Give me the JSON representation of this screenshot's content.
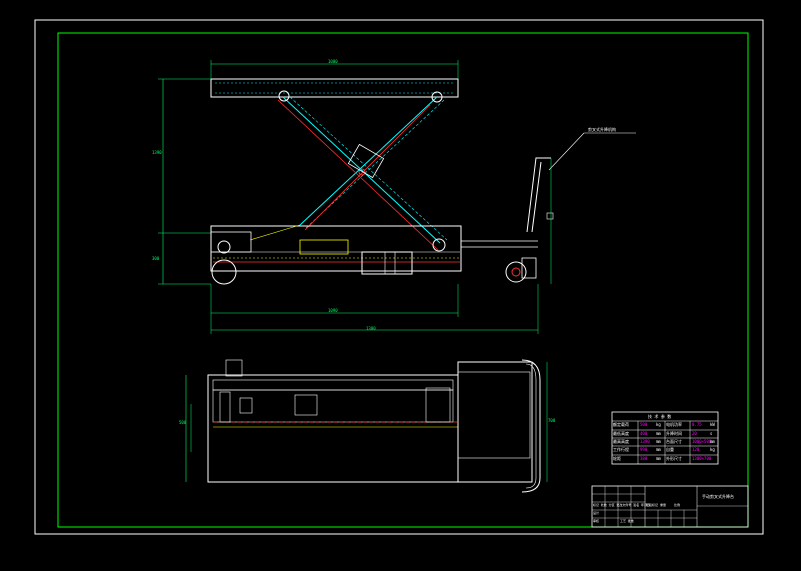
{
  "drawing": {
    "title_block_name": "手动剪叉式升降台",
    "callout": "剪叉式升降机构"
  },
  "dimensions": {
    "top_width": "1000",
    "height_total": "1390",
    "base_height": "300",
    "bottom_span": "1090",
    "overall_length": "1380",
    "plan_depth": "500",
    "plan_width": "700"
  },
  "specs": {
    "header": "技 术 参 数",
    "rows": [
      {
        "k1": "额定载荷",
        "v1": "500",
        "u1": "kg",
        "k2": "电机功率",
        "v2": "0.75",
        "u2": "kW"
      },
      {
        "k1": "最低高度",
        "v1": "400",
        "u1": "mm",
        "k2": "升降时间",
        "v2": "20",
        "u2": "s"
      },
      {
        "k1": "最高高度",
        "v1": "1390",
        "u1": "mm",
        "k2": "台面尺寸",
        "v2": "1000×500",
        "u2": "mm"
      },
      {
        "k1": "工作行程",
        "v1": "990",
        "u1": "mm",
        "k2": "自重",
        "v2": "120",
        "u2": "kg"
      },
      {
        "k1": "轮距",
        "v1": "380",
        "u1": "mm",
        "k2": "外形尺寸",
        "v2": "1380×700",
        "u2": ""
      }
    ]
  },
  "title_block": {
    "rows": [
      "标记 处数 分区 更改文件号 签名 年月日",
      "设计",
      "审核",
      "工艺 批准"
    ],
    "cols": [
      "阶段标记",
      "重量",
      "比例"
    ]
  },
  "colors": {
    "border": "#00ff00",
    "line_white": "#ffffff",
    "line_cyan": "#00ffff",
    "line_red": "#ff3030",
    "line_yellow": "#ffff00",
    "line_magenta": "#ff00ff",
    "dim_green": "#00ff66"
  }
}
